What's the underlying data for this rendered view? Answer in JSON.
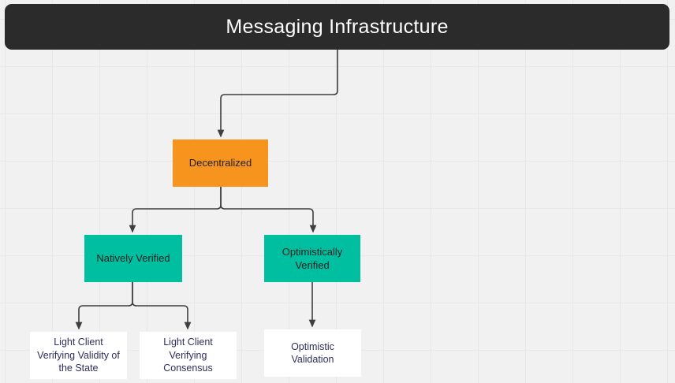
{
  "title": "Messaging Infrastructure",
  "colors": {
    "header_bg": "#2b2b2b",
    "header_text": "#ffffff",
    "orange_fill": "#f7941e",
    "teal_fill": "#00bfa0",
    "white_fill": "#ffffff",
    "dark_label": "#1f1f1f",
    "navy_label": "#2e2e5c",
    "connector": "#3f3f3f",
    "canvas_bg": "#f1f1f1",
    "grid_line": "#e7e7e7"
  },
  "nodes": [
    {
      "id": "decentralized",
      "label": "Decentralized",
      "style": "orange"
    },
    {
      "id": "natively-verified",
      "label": "Natively Verified",
      "style": "teal"
    },
    {
      "id": "optimistically-verified",
      "label": "Optimistically Verified",
      "style": "teal"
    },
    {
      "id": "light-client-validity",
      "label": "Light Client Verifying Validity of the State",
      "style": "white"
    },
    {
      "id": "light-client-consensus",
      "label": "Light Client Verifying Consensus",
      "style": "white"
    },
    {
      "id": "optimistic-validation",
      "label": "Optimistic Validation",
      "style": "white"
    }
  ],
  "edges": [
    {
      "from": "Messaging Infrastructure",
      "to": "Decentralized"
    },
    {
      "from": "Decentralized",
      "to": "Natively Verified"
    },
    {
      "from": "Decentralized",
      "to": "Optimistically Verified"
    },
    {
      "from": "Natively Verified",
      "to": "Light Client Verifying Validity of the State"
    },
    {
      "from": "Natively Verified",
      "to": "Light Client Verifying Consensus"
    },
    {
      "from": "Optimistically Verified",
      "to": "Optimistic Validation"
    }
  ]
}
